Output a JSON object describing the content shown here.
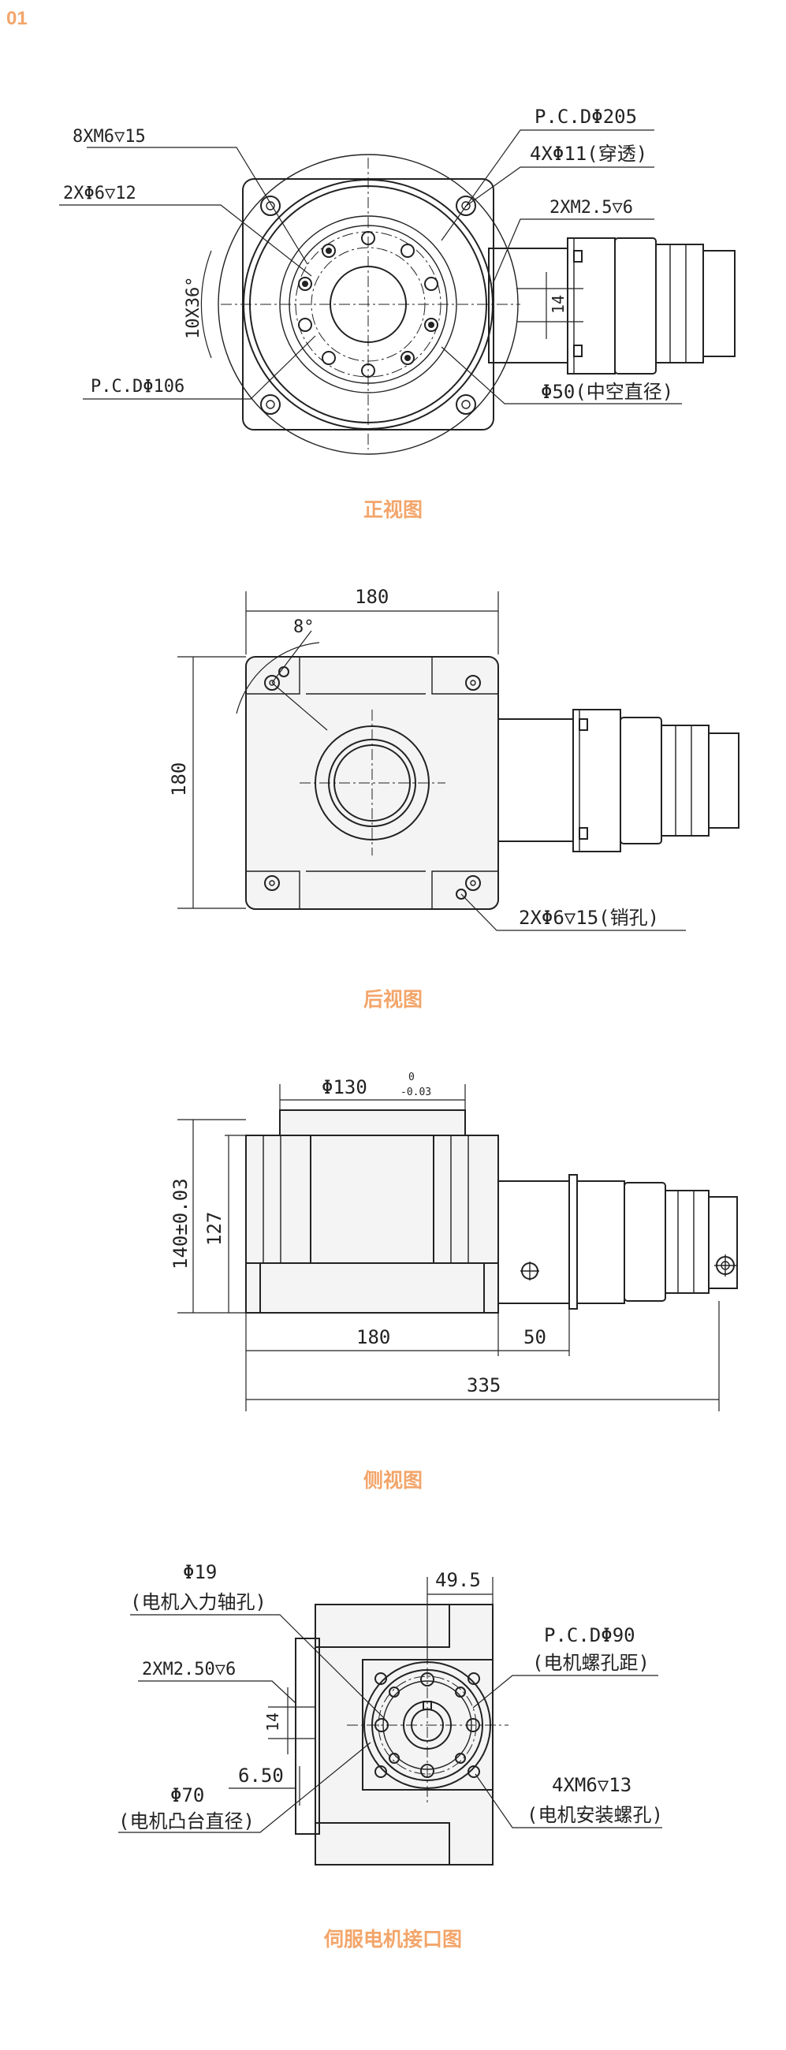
{
  "page": {
    "number": "01"
  },
  "colors": {
    "accent": "#f3a56a",
    "line": "#222222"
  },
  "front_view": {
    "caption": "正视图",
    "labels": {
      "tap_8xm6": "8XM6▽15",
      "pin_2x6": "2XΦ6▽12",
      "angle_10x36": "10X36°",
      "pcd_106": "P.C.DΦ106",
      "pcd_205": "P.C.DΦ205",
      "hole_4x11": "4XΦ11(穿透)",
      "tap_2xm25": "2XM2.5▽6",
      "key_14": "14",
      "hollow_50": "Φ50(中空直径)"
    }
  },
  "back_view": {
    "caption": "后视图",
    "labels": {
      "width_180": "180",
      "height_180": "180",
      "angle_8": "8°",
      "pin_2x6_15": "2XΦ6▽15(销孔)"
    }
  },
  "side_view": {
    "caption": "侧视图",
    "labels": {
      "pilot_130": "Φ130",
      "tol_upper": "0",
      "tol_lower": "-0.03",
      "height_140": "140±0.03",
      "height_127": "127",
      "len_180": "180",
      "len_50": "50",
      "len_335": "335"
    }
  },
  "motor_view": {
    "caption": "伺服电机接口图",
    "labels": {
      "shaft_19": "Φ19",
      "shaft_19_desc": "(电机入力轴孔)",
      "offset_49_5": "49.5",
      "pcd_90": "P.C.DΦ90",
      "pcd_90_desc": "(电机螺孔距)",
      "tap_2xm25": "2XM2.50▽6",
      "key_14": "14",
      "depth_6_5": "6.50",
      "boss_70": "Φ70",
      "boss_70_desc": "(电机凸台直径)",
      "tap_4xm6": "4XM6▽13",
      "tap_4xm6_desc": "(电机安装螺孔)"
    }
  }
}
